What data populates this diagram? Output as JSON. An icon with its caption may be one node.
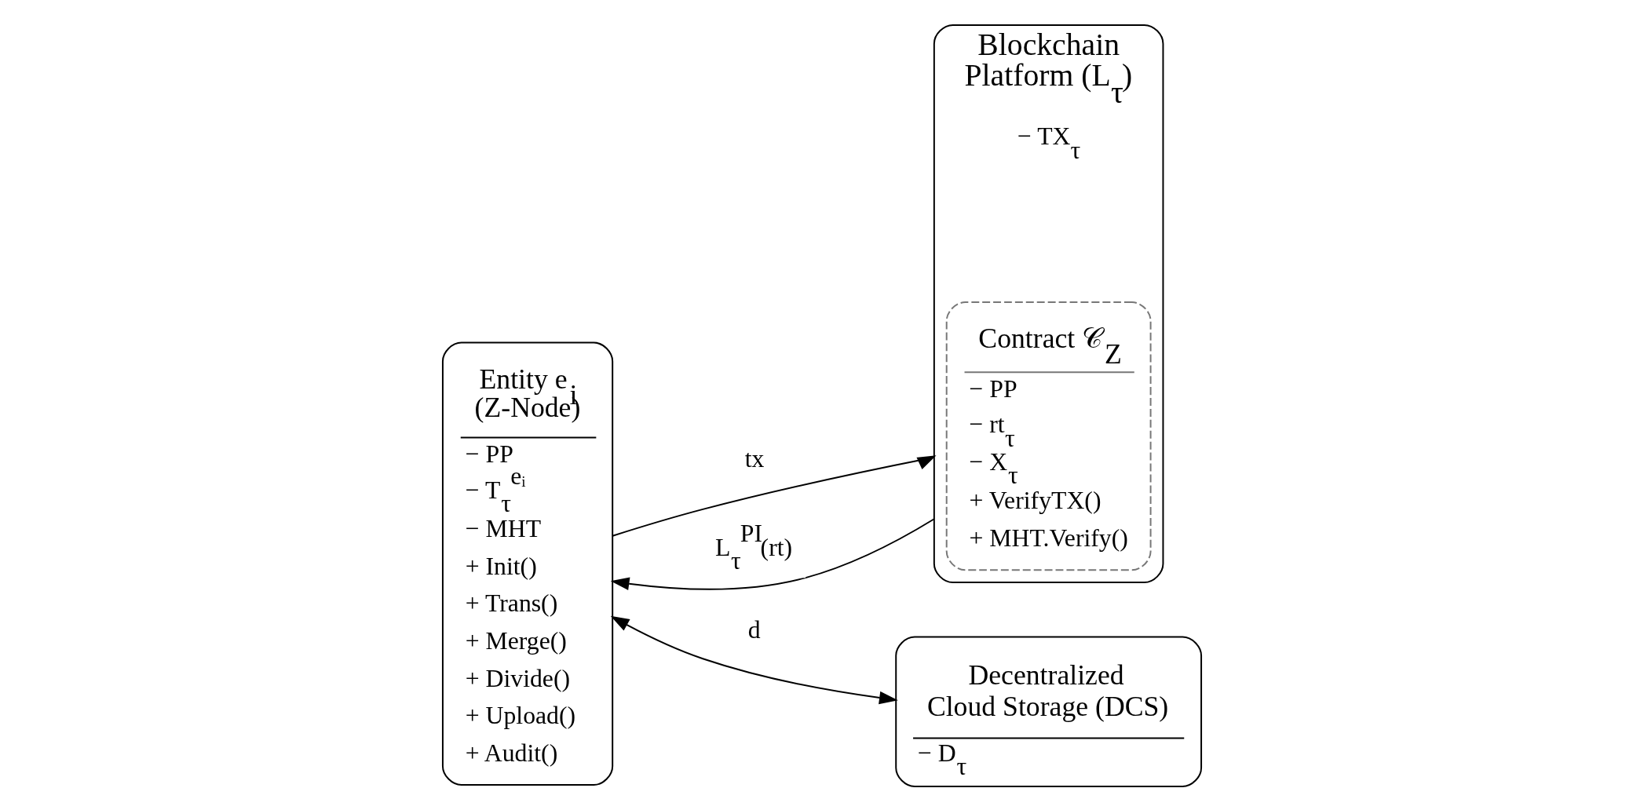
{
  "diagram": {
    "nodes": [
      {
        "text": [
          "Entity e$_{i}$ (Z-Node)",
          "− PP",
          "− T$_{τ}$$^{eᵢ}$",
          "− MHT",
          "+ Init()",
          "+ Trans()",
          "+ Merge()",
          "+ Divide()",
          "+ Upload()",
          "+ Audit()"
        ]
      },
      {
        "text": [
          "Blockchain Platform (L$_{τ}$)",
          "− TX$_{τ}$"
        ]
      },
      {
        "text": [
          "Contract 𝒞$_{Z}$",
          "− PP",
          "− rt$_{τ}$",
          "− X$_{τ}$",
          "+ VerifyTX()",
          "+ MHT.Verify()"
        ],
        "in": 1
      },
      {
        "text": [
          "Decentralized Cloud Storage (DCS)",
          "− D$_{τ}$"
        ]
      }
    ],
    "edges": [
      {
        "from": 0,
        "to": 1,
        "arrow": "to",
        "label": "tx"
      },
      {
        "from": 1,
        "to": 0,
        "arrow": "to",
        "label": "L$_{τ}$$^{PI}$(rt)"
      },
      {
        "from": 0,
        "to": 3,
        "arrow": "both",
        "label": "d"
      }
    ]
  }
}
